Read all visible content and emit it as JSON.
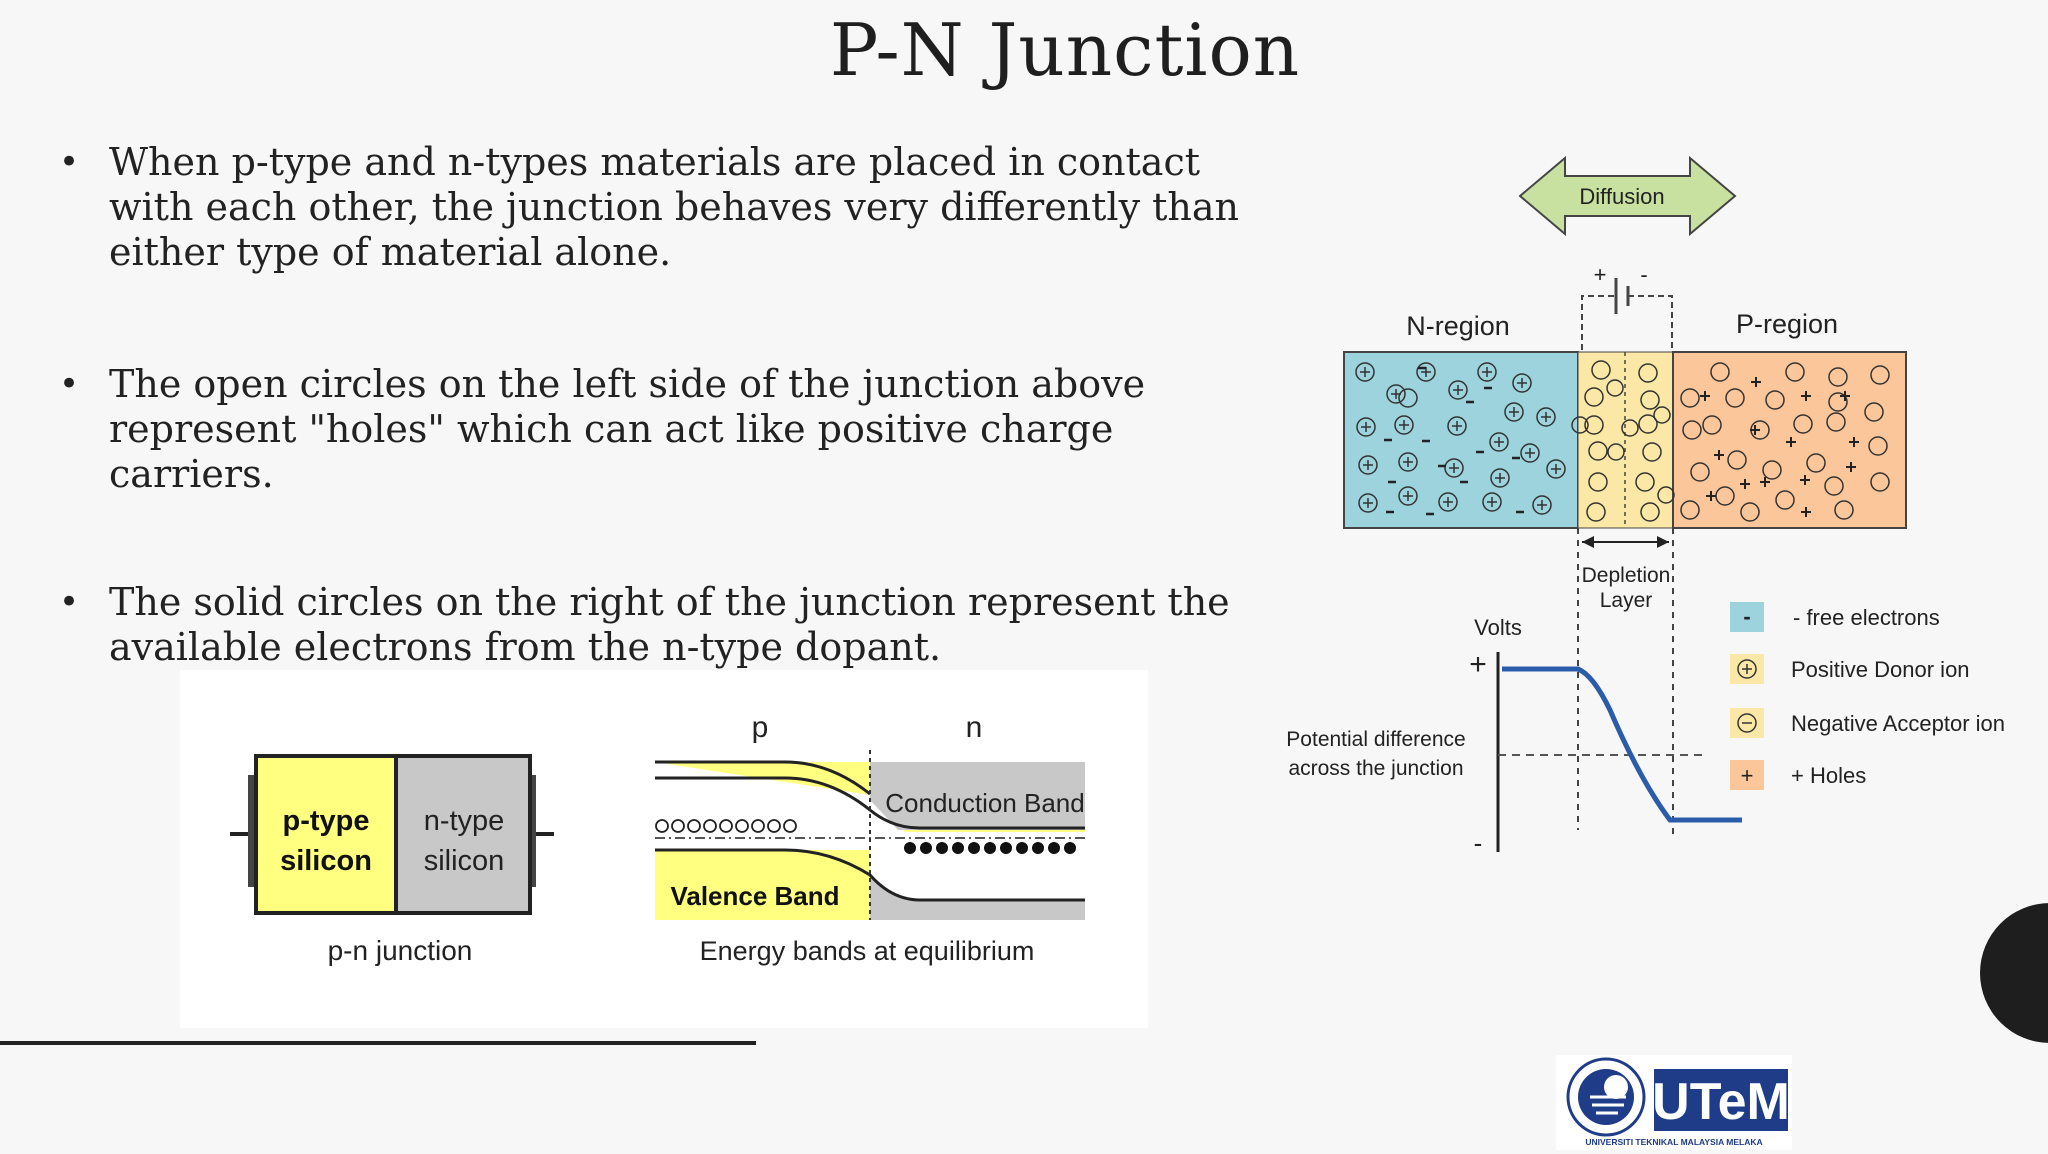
{
  "slide": {
    "title": "P-N Junction",
    "bullets": [
      "When p-type and n-types materials are placed in contact with each other, the junction behaves very differently than either type of material alone.",
      "The open circles on the left side of the junction above represent \"holes\"  which can act like positive charge carriers.",
      "The solid circles on the right of the junction represent the available electrons from the n-type dopant."
    ]
  },
  "figure_left": {
    "ptype_line1": "p-type",
    "ptype_line2": "silicon",
    "ntype_line1": "n-type",
    "ntype_line2": "silicon",
    "caption": "p-n junction",
    "p_label": "p",
    "n_label": "n",
    "conduction_band": "Conduction Band",
    "valence_band": "Valence Band",
    "band_caption": "Energy bands at equilibrium",
    "colors": {
      "p_yellow": "#ffff80",
      "n_gray": "#c8c8c8"
    }
  },
  "figure_right": {
    "diffusion": "Diffusion",
    "n_region": "N-region",
    "p_region": "P-region",
    "battery_plus": "+",
    "battery_minus": "-",
    "depletion_line1": "Depletion",
    "depletion_line2": "Layer",
    "volts": "Volts",
    "plus_sign": "+",
    "minus_sign": "-",
    "potential_line1": "Potential difference",
    "potential_line2": "across the junction",
    "legend": [
      {
        "symbol": "-",
        "label": "- free electrons"
      },
      {
        "symbol": "+",
        "label": "Positive Donor ion"
      },
      {
        "symbol": "−",
        "label": "Negative Acceptor ion"
      },
      {
        "symbol": "+",
        "label": "+ Holes"
      }
    ],
    "colors": {
      "n_blue": "#9cd3dd",
      "depletion": "#fbe8a6",
      "p_peach": "#fbc79a",
      "curve": "#2a5caa"
    }
  },
  "logo": {
    "name": "UTeM",
    "subtitle": "UNIVERSITI TEKNIKAL MALAYSIA MELAKA",
    "colors": {
      "blue": "#1f3c88"
    }
  }
}
